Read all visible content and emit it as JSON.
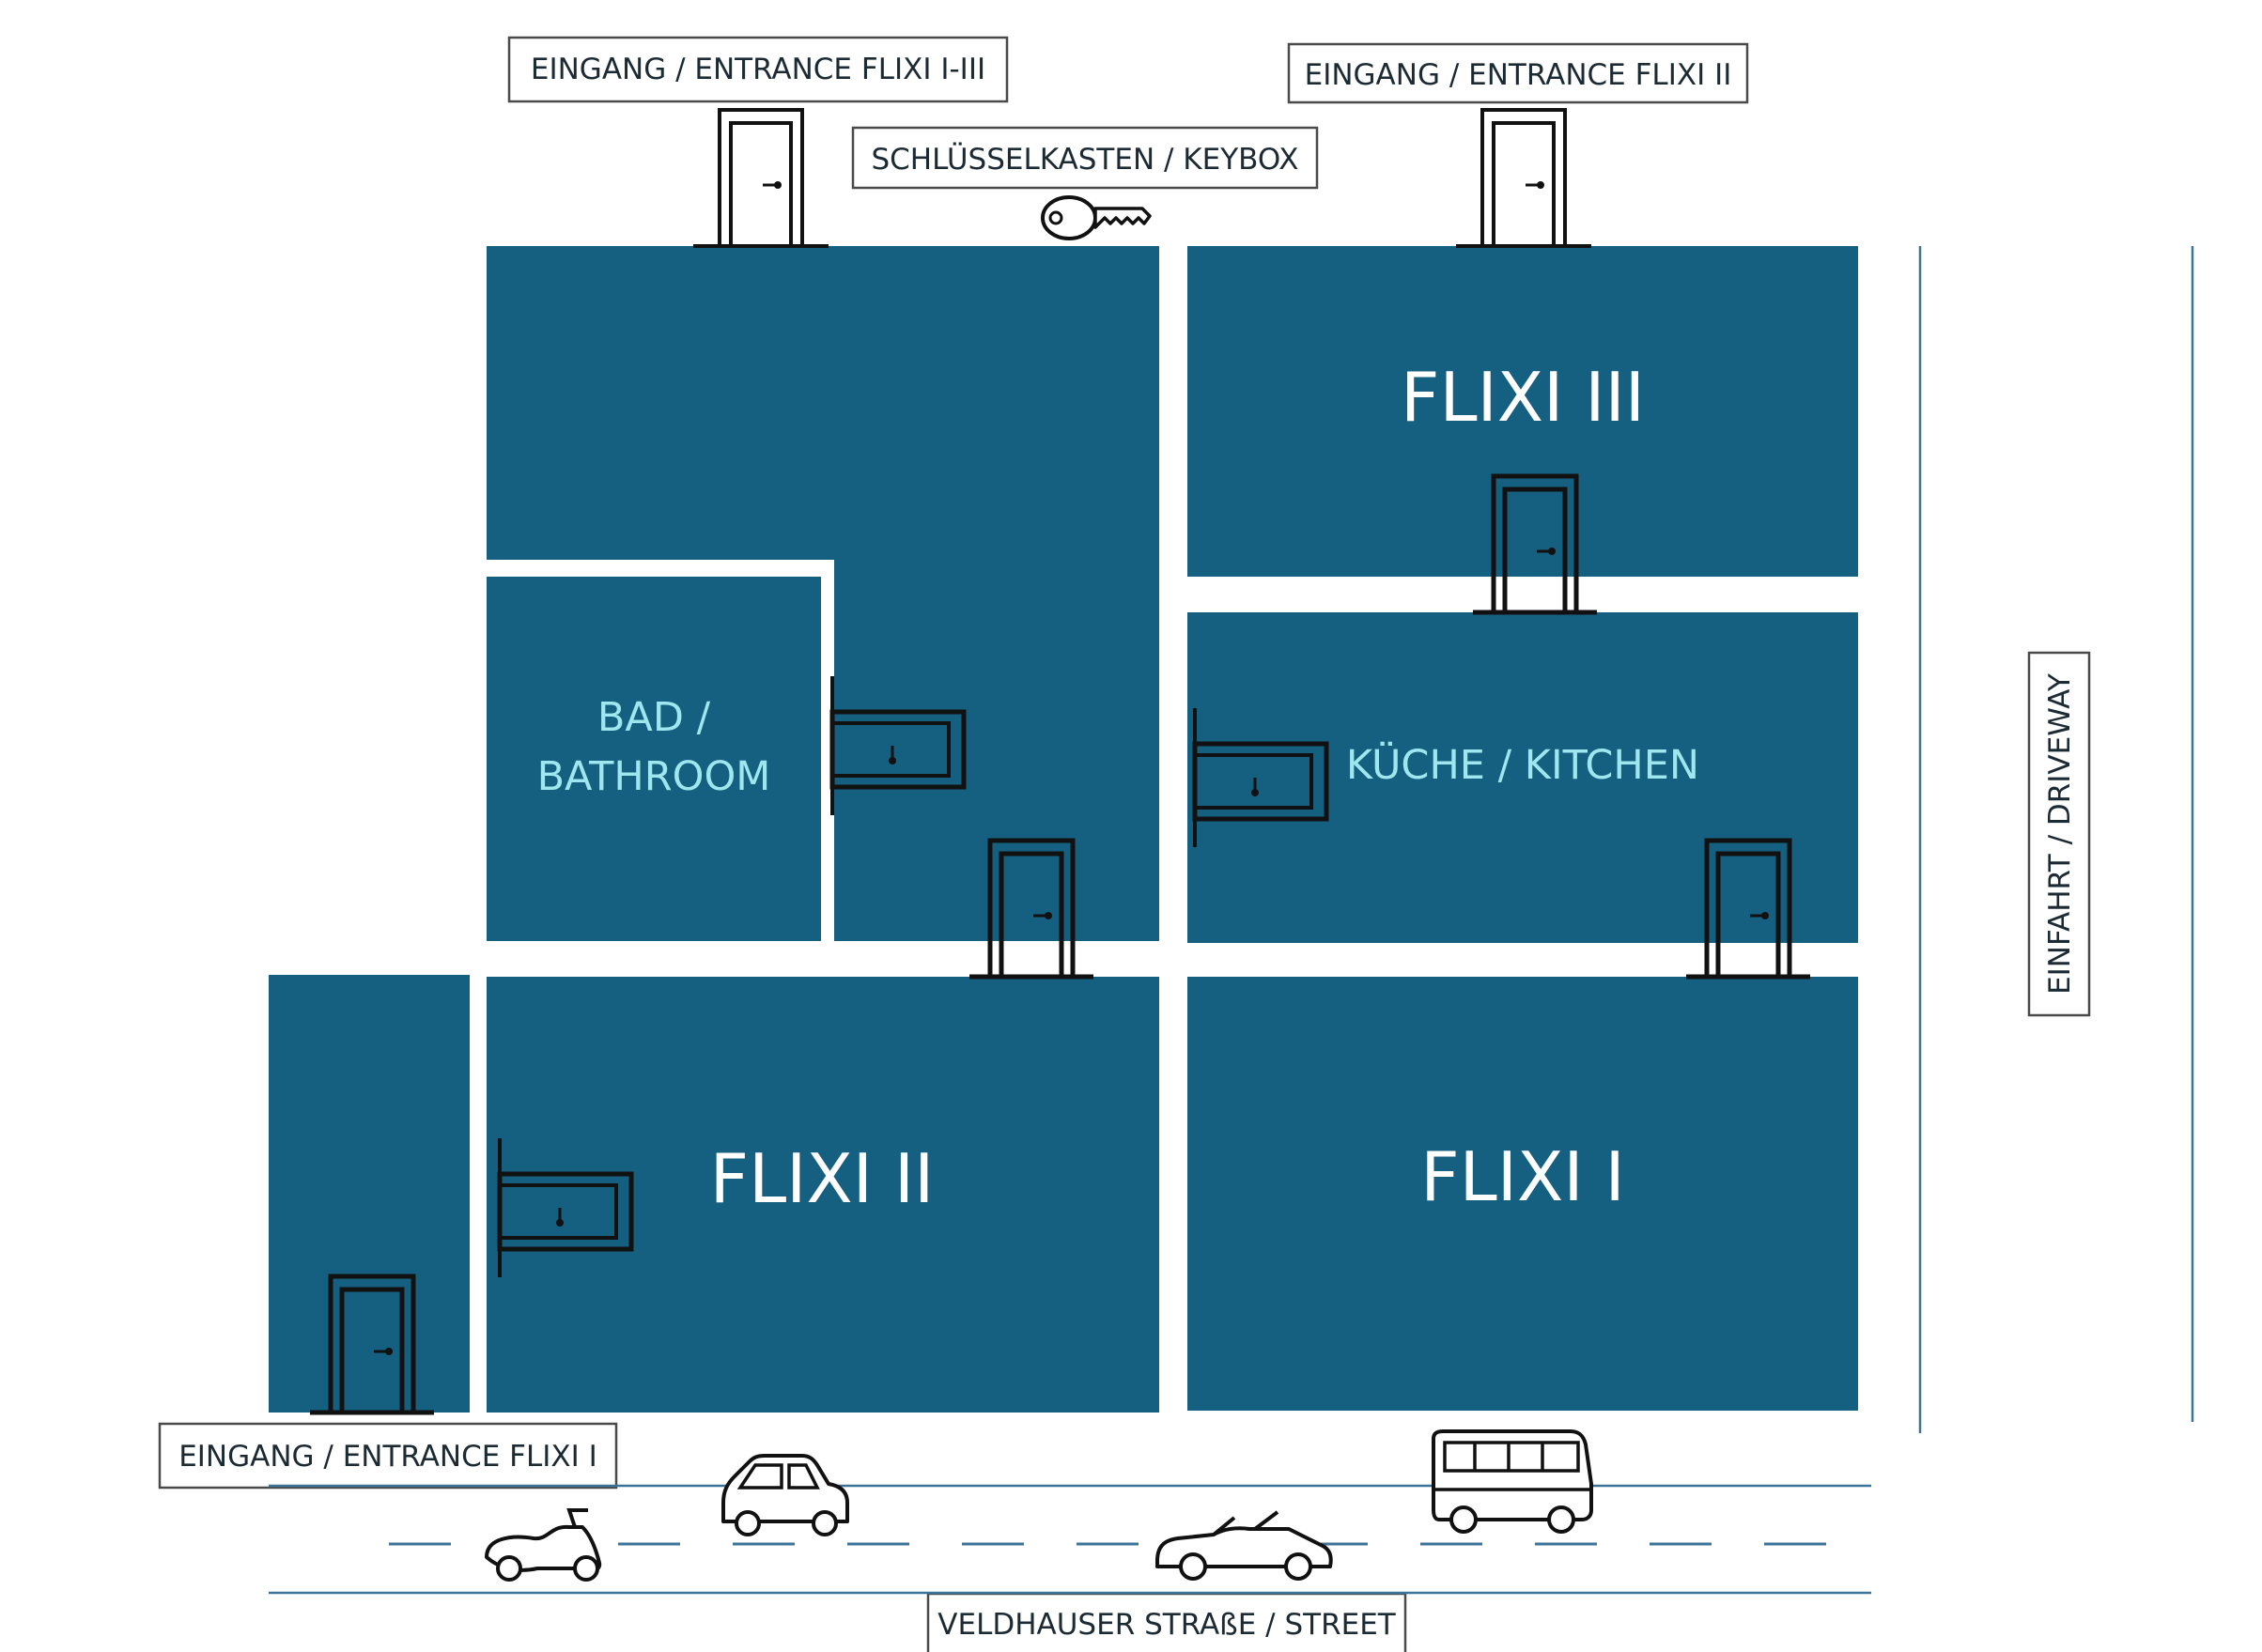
{
  "colors": {
    "room": "#155f80",
    "bath_text": "#9ee7ee",
    "road": "#3c7398",
    "ink": "#4a4a4a"
  },
  "labels": {
    "entrance_1_3": "EINGANG / ENTRANCE FLIXI I-III",
    "entrance_2": "EINGANG / ENTRANCE FLIXI II",
    "keybox": "SCHLÜSSELKASTEN / KEYBOX",
    "entrance_1": "EINGANG / ENTRANCE FLIXI I",
    "driveway": "EINFAHRT / DRIVEWAY",
    "street": "VELDHAUSER STRAßE / STREET"
  },
  "rooms": {
    "flixi_3": "FLIXI III",
    "flixi_2": "FLIXI II",
    "flixi_1": "FLIXI I",
    "kitchen": "KÜCHE / KITCHEN",
    "bathroom_line1": "BAD /",
    "bathroom_line2": "BATHROOM"
  },
  "icons": [
    "door-icon",
    "key-icon",
    "wall-cabinet-icon",
    "scooter-icon",
    "car-icon",
    "convertible-icon",
    "bus-icon"
  ]
}
